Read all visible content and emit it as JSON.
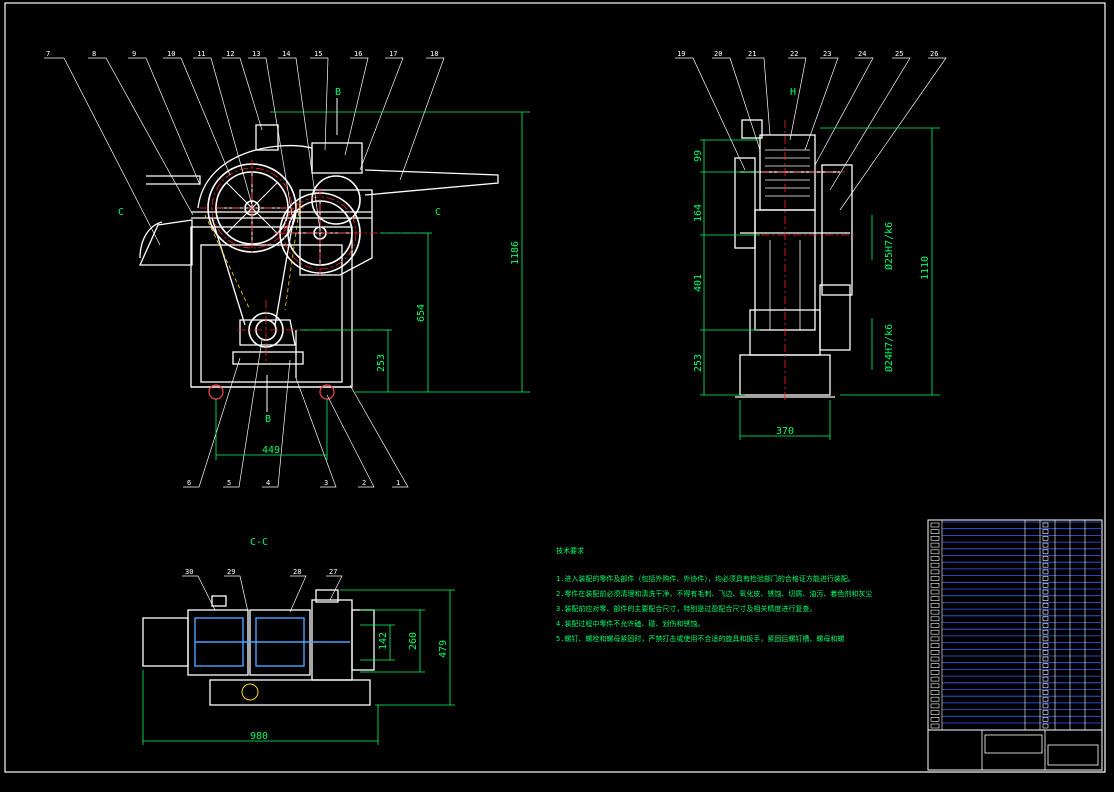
{
  "colors": {
    "background": "#000000",
    "outline": "#ffffff",
    "dimension": "#00ff66",
    "center_line": "#ff2020",
    "hidden_line": "#ffd700",
    "bom_line": "#3a5cff"
  },
  "front_view": {
    "part_numbers": [
      "7",
      "8",
      "9",
      "10",
      "11",
      "12",
      "13",
      "14",
      "15",
      "16",
      "17",
      "18",
      "6",
      "5",
      "4",
      "3",
      "2",
      "1"
    ],
    "section_marks": [
      "C",
      "C",
      "B",
      "B"
    ],
    "dims": {
      "overall_height": "1186",
      "mid_height": "654",
      "low_height": "253",
      "wheel_base": "449"
    }
  },
  "side_view": {
    "part_numbers": [
      "19",
      "20",
      "21",
      "22",
      "23",
      "24",
      "25",
      "26"
    ],
    "section_mark": "H",
    "dims": {
      "d1": "99",
      "d2": "164",
      "d3": "401",
      "d4": "253",
      "width": "370",
      "height": "1110",
      "shaft_upper": "Ø25H7/k6",
      "shaft_lower": "Ø24H7/k6"
    }
  },
  "section_view": {
    "title": "C-C",
    "part_numbers": [
      "30",
      "29",
      "28",
      "27"
    ],
    "dims": {
      "d1": "142",
      "d2": "260",
      "d3": "479",
      "length": "980"
    }
  },
  "tech_notes": {
    "title": "技术要求",
    "lines": [
      "1.进入装配的零件及部件（包括外购件、外协件），均必须具有检验部门的合格证方能进行装配。",
      "2.零件在装配前必须清理和清洗干净，不得有毛刺、飞边、氧化皮、锈蚀、切屑、油污、着色剂和灰尘",
      "3.装配前应对零、部件的主要配合尺寸，特别是过盈配合尺寸及相关精度进行复查。",
      "4.装配过程中零件不允许磕、碰、划伤和锈蚀。",
      "5.螺钉、螺栓和螺母紧固时，严禁打击或使用不合适的旋具和扳手，紧固后螺钉槽、螺母和螺"
    ]
  }
}
